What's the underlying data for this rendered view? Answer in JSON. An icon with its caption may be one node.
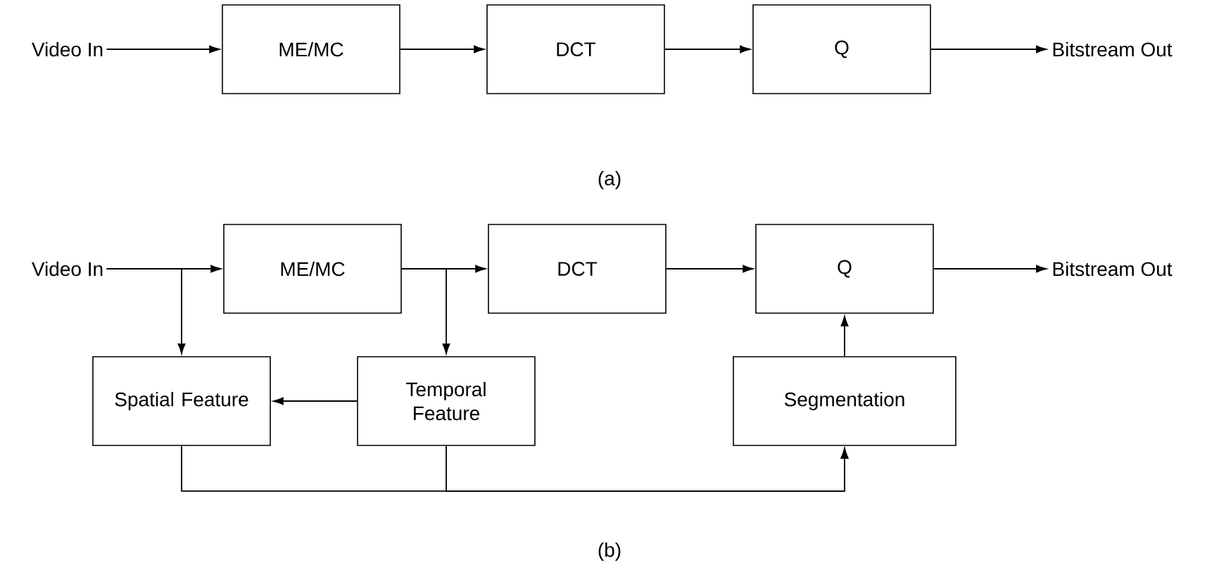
{
  "diagram": {
    "nodes": [
      {
        "text": [
          "Video In"
        ]
      },
      {
        "text": [
          "ME/MC"
        ]
      },
      {
        "text": [
          "DCT"
        ]
      },
      {
        "text": [
          "Q"
        ]
      },
      {
        "text": [
          "Bitstream Out"
        ]
      },
      {
        "text": [
          "Video In"
        ]
      },
      {
        "text": [
          "ME/MC"
        ]
      },
      {
        "text": [
          "DCT"
        ]
      },
      {
        "text": [
          "Q"
        ]
      },
      {
        "text": [
          "Bitstream Out"
        ]
      },
      {
        "text": [
          "Spatial Feature"
        ]
      },
      {
        "text": [
          "Temporal Feature"
        ]
      },
      {
        "text": [
          "Segmentation"
        ]
      }
    ],
    "edges": [
      {
        "from": 0,
        "to": 1,
        "arrow": "to"
      },
      {
        "from": 1,
        "to": 2,
        "arrow": "to"
      },
      {
        "from": 2,
        "to": 3,
        "arrow": "to"
      },
      {
        "from": 3,
        "to": 4,
        "arrow": "to"
      },
      {
        "from": 5,
        "to": 6,
        "arrow": "to"
      },
      {
        "from": 5,
        "to": 10,
        "arrow": "to"
      },
      {
        "from": 6,
        "to": 7,
        "arrow": "to"
      },
      {
        "from": 6,
        "to": 11,
        "arrow": "to"
      },
      {
        "from": 7,
        "to": 8,
        "arrow": "to"
      },
      {
        "from": 8,
        "to": 9,
        "arrow": "to"
      },
      {
        "from": 11,
        "to": 10,
        "arrow": "to"
      },
      {
        "from": 12,
        "to": 8,
        "arrow": "to"
      },
      {
        "from": 10,
        "to": 12,
        "arrow": "to"
      },
      {
        "from": 11,
        "to": 12,
        "arrow": "to"
      }
    ],
    "labels": [
      "(a)",
      "(b)"
    ]
  }
}
